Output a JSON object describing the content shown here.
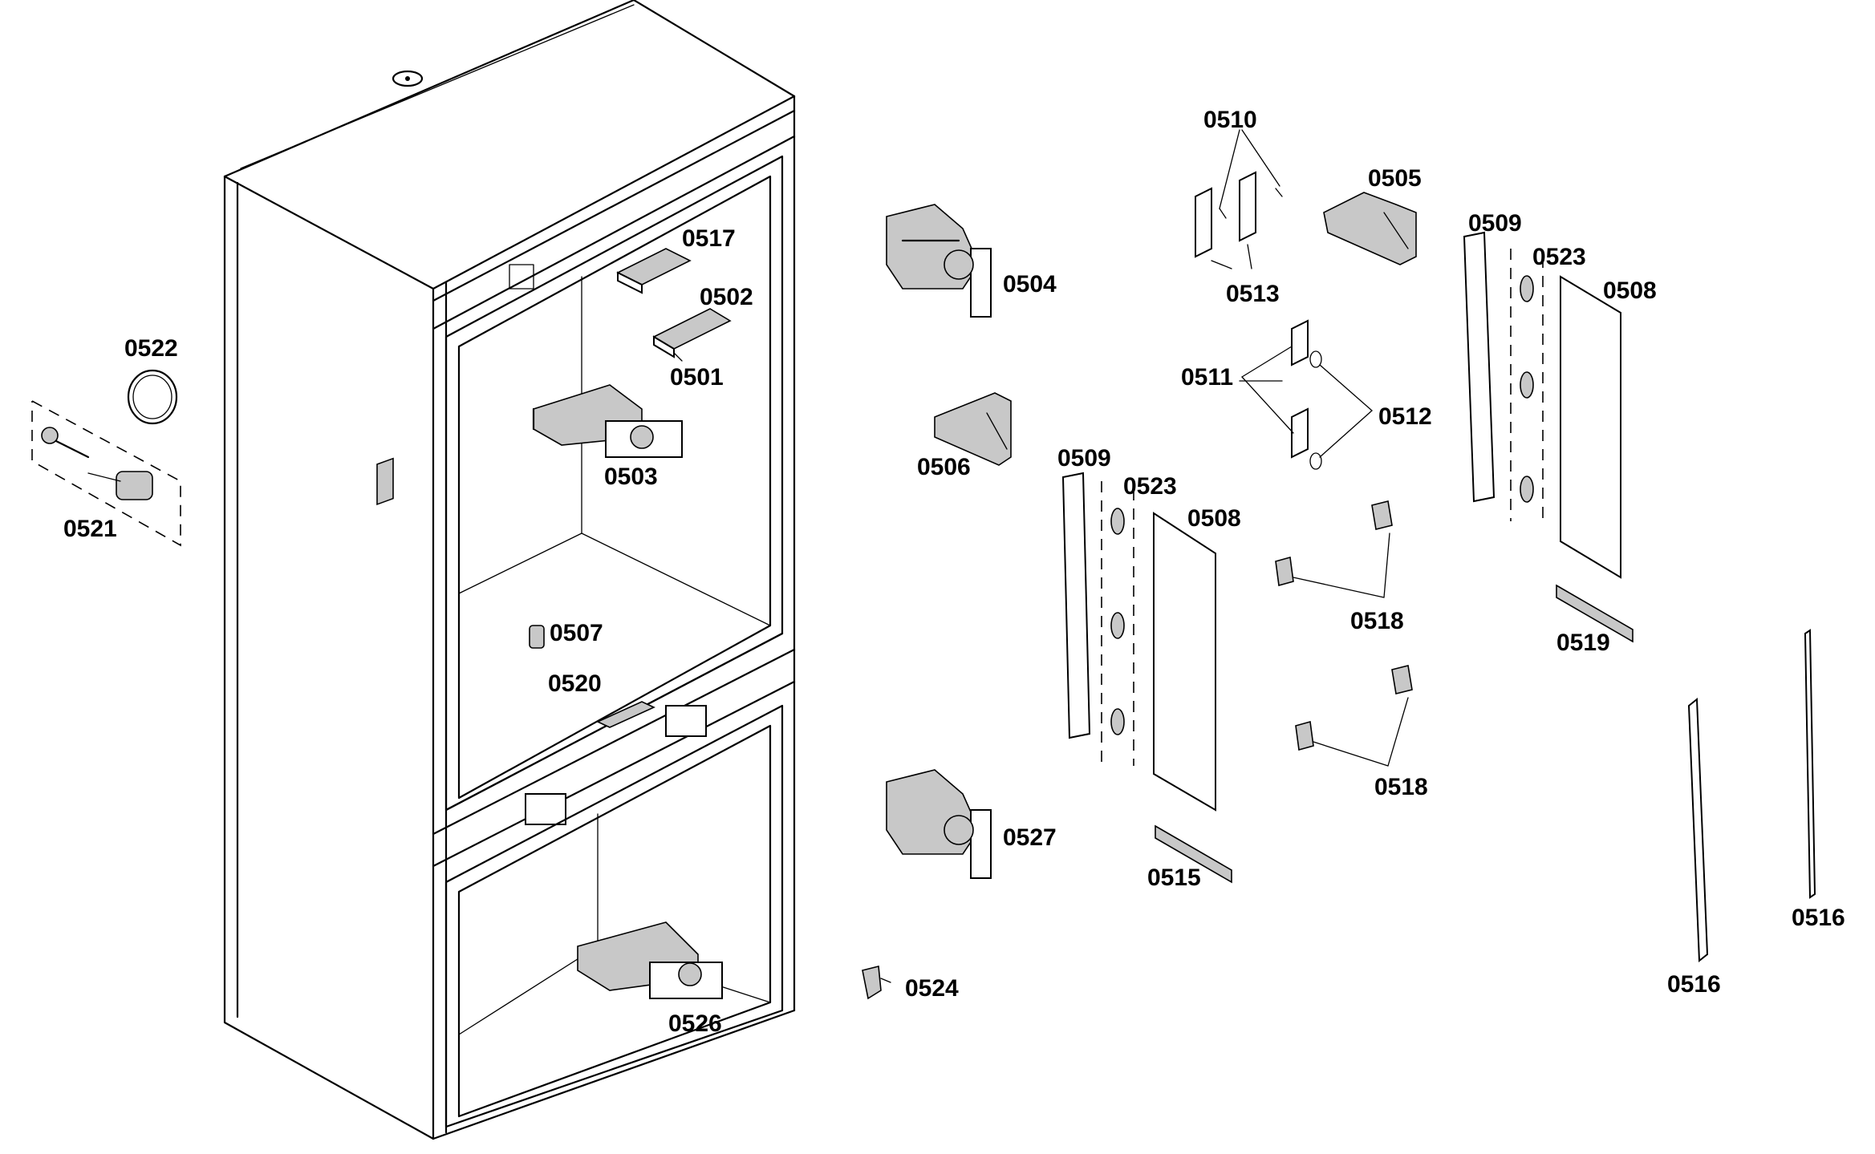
{
  "labels": {
    "p0501": "0501",
    "p0502": "0502",
    "p0503": "0503",
    "p0504": "0504",
    "p0505": "0505",
    "p0506": "0506",
    "p0507": "0507",
    "p0508a": "0508",
    "p0508b": "0508",
    "p0509a": "0509",
    "p0509b": "0509",
    "p0510": "0510",
    "p0511": "0511",
    "p0512": "0512",
    "p0513": "0513",
    "p0515": "0515",
    "p0516a": "0516",
    "p0516b": "0516",
    "p0517": "0517",
    "p0518a": "0518",
    "p0518b": "0518",
    "p0519": "0519",
    "p0520": "0520",
    "p0521": "0521",
    "p0522": "0522",
    "p0523a": "0523",
    "p0523b": "0523",
    "p0524": "0524",
    "p0526": "0526",
    "p0527": "0527"
  }
}
